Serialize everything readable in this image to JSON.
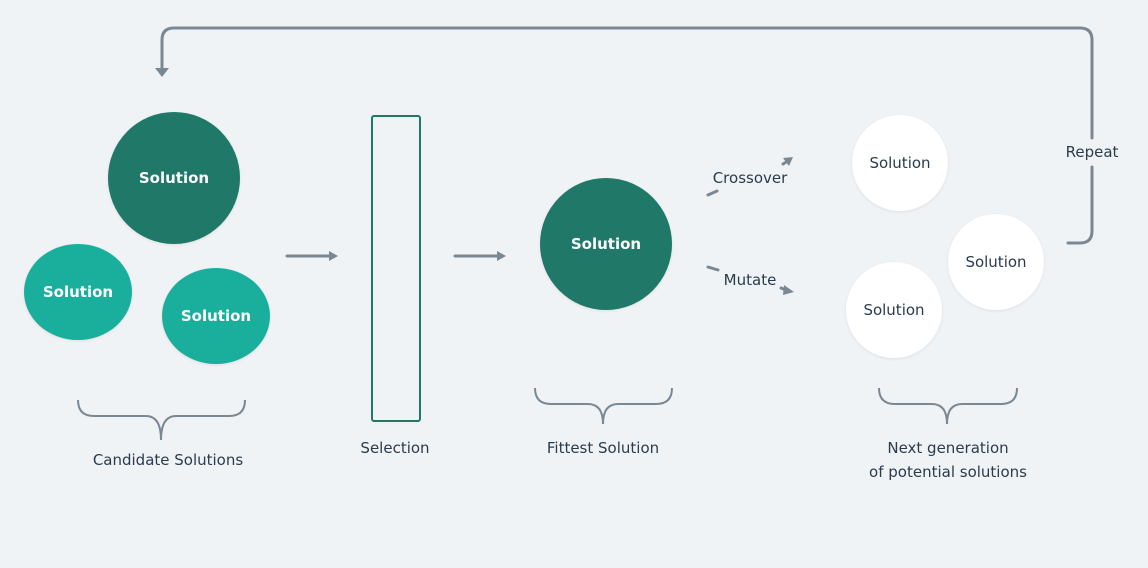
{
  "diagram": {
    "title": "Genetic algorithm cycle",
    "colors": {
      "background": "#f0f3f6",
      "fittest": "#1f7868",
      "candidate": "#1aae9c",
      "next_gen": "#ffffff",
      "arrow": "#7a8893",
      "text": "#2a3b4c"
    },
    "candidates": {
      "nodes": [
        "Solution",
        "Solution",
        "Solution"
      ],
      "caption": "Candidate Solutions"
    },
    "selection": {
      "caption": "Selection"
    },
    "fittest": {
      "node": "Solution",
      "caption": "Fittest Solution"
    },
    "operations": {
      "crossover": "Crossover",
      "mutate": "Mutate"
    },
    "next_generation": {
      "nodes": [
        "Solution",
        "Solution",
        "Solution"
      ],
      "caption_line1": "Next generation",
      "caption_line2": "of potential solutions"
    },
    "loop": {
      "label": "Repeat"
    }
  }
}
